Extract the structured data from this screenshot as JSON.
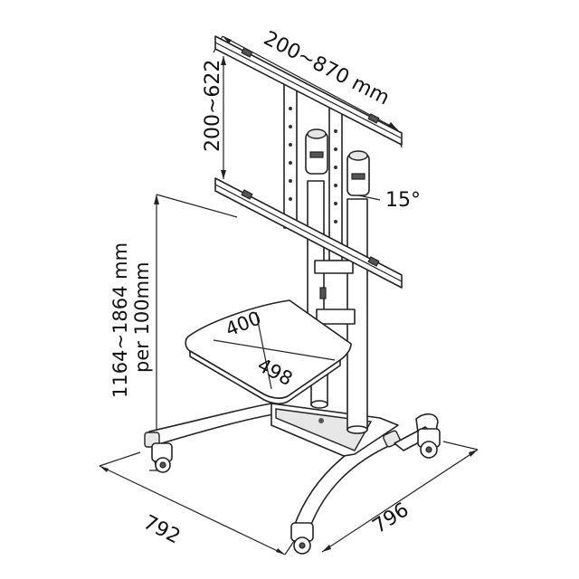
{
  "dimensions": {
    "vesa_width": "200~870 mm",
    "vesa_height": "200~622",
    "tilt": "15°",
    "height_range": "1164~1864 mm",
    "height_step": "per 100mm",
    "shelf_width": "400",
    "shelf_depth": "498",
    "base_width": "792",
    "base_depth": "796"
  }
}
